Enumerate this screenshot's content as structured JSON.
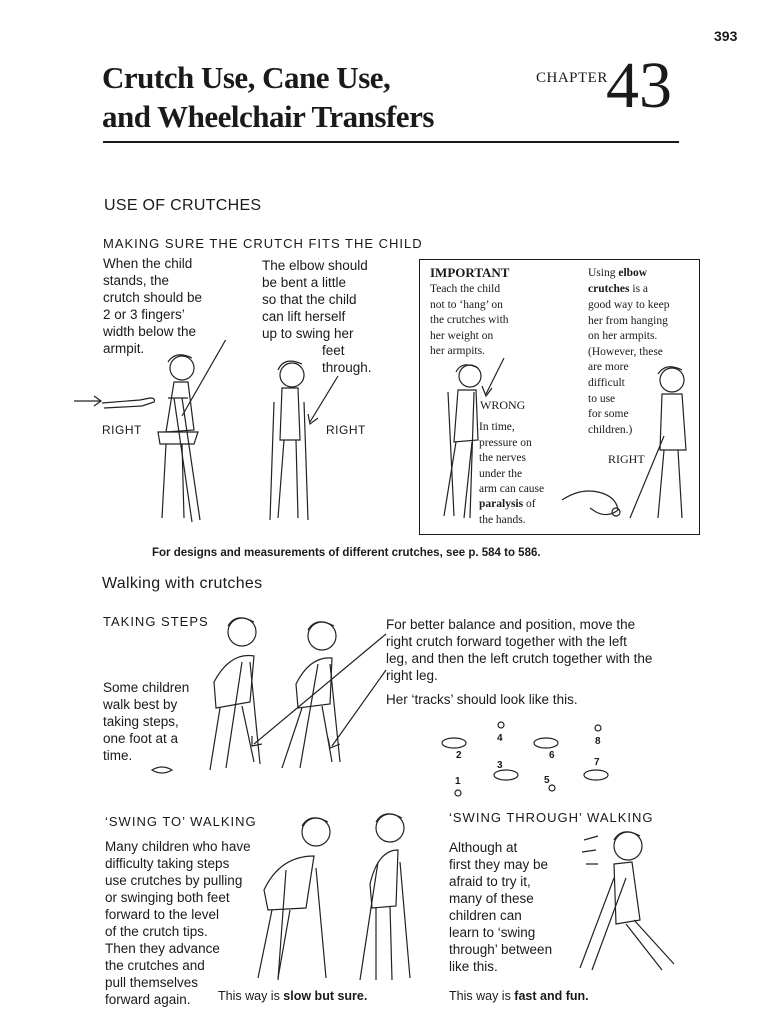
{
  "page_number": "393",
  "title": {
    "line1": "Crutch Use, Cane Use,",
    "line2": "and Wheelchair Transfers"
  },
  "chapter": {
    "label": "CHAPTER",
    "number": "43"
  },
  "section_crutches": {
    "heading": "USE OF CRUTCHES",
    "fit_heading": "MAKING SURE THE CRUTCH FITS THE CHILD",
    "fit_text_1": "When the child\nstands, the\ncrutch should be\n2 or 3 fingers’\nwidth below the\narmpit.",
    "fit_text_2": "The elbow should\nbe bent a little\nso that the child\ncan lift herself\nup to swing her",
    "fit_text_2b": "feet\nthrough.",
    "right_label_1": "RIGHT",
    "right_label_2": "RIGHT"
  },
  "important_box": {
    "title": "IMPORTANT",
    "text": "Teach the child\nnot to ‘hang’ on\nthe crutches with\nher weight on\nher armpits.",
    "wrong_label": "WRONG",
    "pressure_text_1": "In time,\npressure on\nthe nerves\nunder the\narm can cause",
    "paralysis_word": "paralysis",
    "pressure_of": " of",
    "pressure_end": "the hands.",
    "elbow_pre": "Using ",
    "elbow_bold_1": "elbow",
    "elbow_bold_2": "crutches",
    "elbow_rest_1": " is a",
    "elbow_text": "good way to keep\nher from hanging\non her armpits.\n(However, these\nare more\ndifficult\nto use\nfor some\nchildren.)",
    "right_label": "RIGHT"
  },
  "designs_note": "For designs and measurements of different crutches, see p. 584 to 586.",
  "walking": {
    "heading": "Walking with crutches",
    "steps_heading": "TAKING STEPS",
    "steps_text": "Some children\nwalk best by\ntaking steps,\none foot at a\ntime.",
    "balance_text": "For better balance and position, move the\nright crutch forward together with the left\nleg, and then the left crutch together with the\nright leg.",
    "tracks_text": "Her ‘tracks’ should look like this.",
    "track_numbers": [
      "4",
      "2",
      "6",
      "8",
      "3",
      "7",
      "1",
      "5"
    ]
  },
  "swing_to": {
    "heading": "‘SWING TO’ WALKING",
    "text": "Many children who have\ndifficulty taking steps\nuse crutches by pulling\nor swinging both feet\nforward to the level\nof the crutch tips.\nThen they advance\nthe crutches and\npull themselves\nforward again.",
    "caption_pre": "This way is ",
    "caption_bold": "slow but sure."
  },
  "swing_through": {
    "heading": "‘SWING THROUGH’ WALKING",
    "text": "Although at\nfirst they may be\nafraid to try it,\nmany of these\nchildren can\nlearn to ‘swing\nthrough’ between\nlike this.",
    "caption_pre": "This way is ",
    "caption_bold": "fast and fun."
  }
}
